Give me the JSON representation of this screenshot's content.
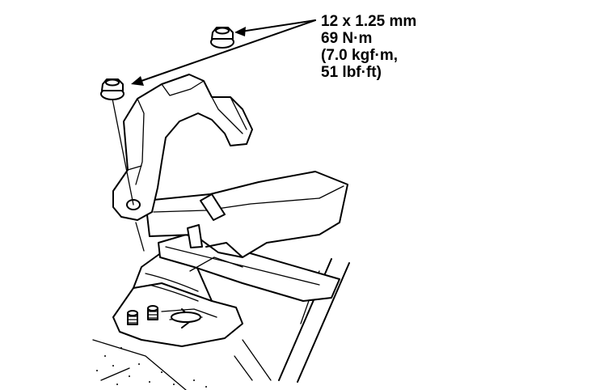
{
  "spec": {
    "lines": [
      "12 x 1.25 mm",
      "69 N·m",
      "(7.0 kgf·m,",
      "51 lbf·ft)"
    ]
  },
  "icons": {
    "nut_upper": "flange-nut-icon",
    "nut_lower": "flange-nut-icon",
    "bracket": "mount-bracket-icon",
    "mount": "engine-mount-icon"
  }
}
